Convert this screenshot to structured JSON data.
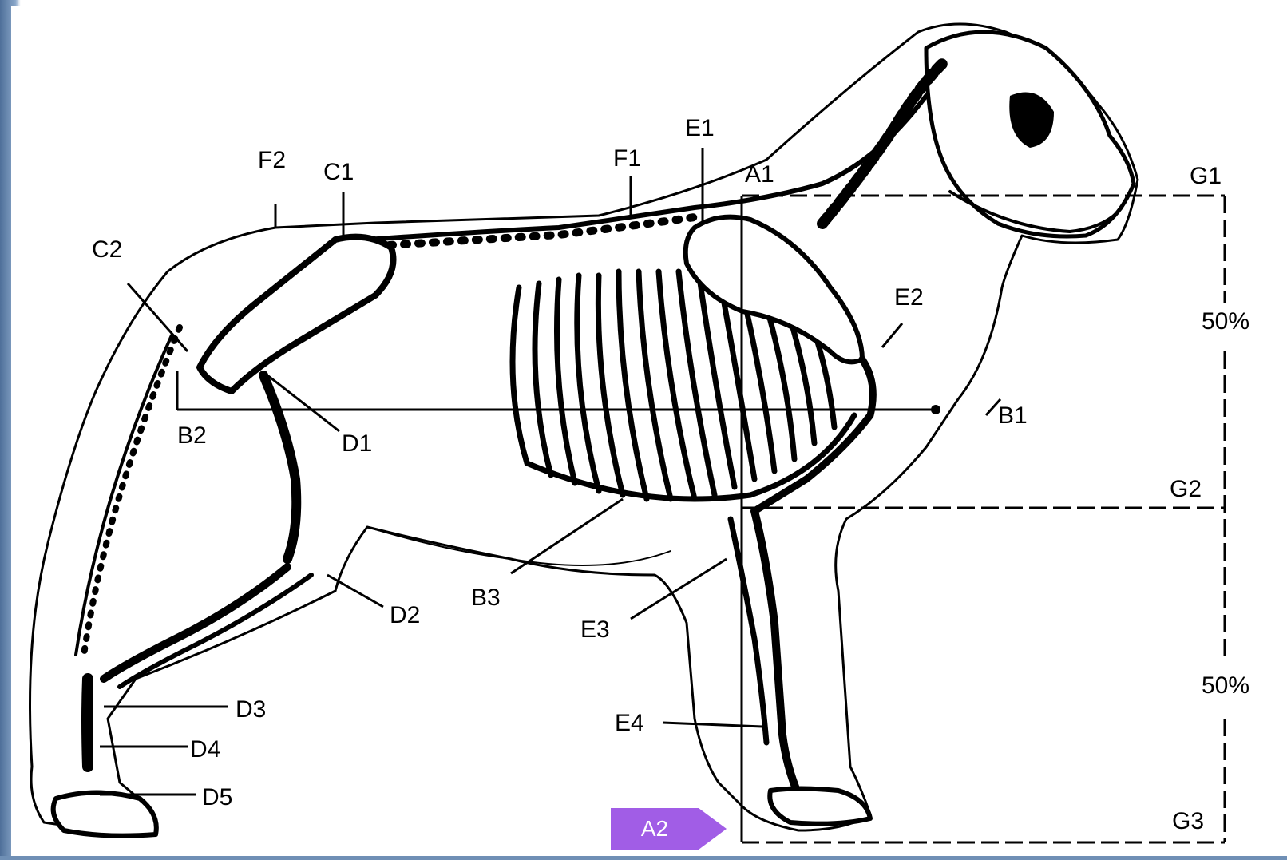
{
  "labels": {
    "a1": "A1",
    "b1": "B1",
    "b2": "B2",
    "b3": "B3",
    "c1": "C1",
    "c2": "C2",
    "d1": "D1",
    "d2": "D2",
    "d3": "D3",
    "d4": "D4",
    "d5": "D5",
    "e1": "E1",
    "e2": "E2",
    "e3": "E3",
    "e4": "E4",
    "f1": "F1",
    "f2": "F2",
    "g1": "G1",
    "g2": "G2",
    "g3": "G3",
    "pct_upper": "50%",
    "pct_lower": "50%"
  },
  "tag": {
    "label": "A2",
    "color": "#a15de6"
  }
}
